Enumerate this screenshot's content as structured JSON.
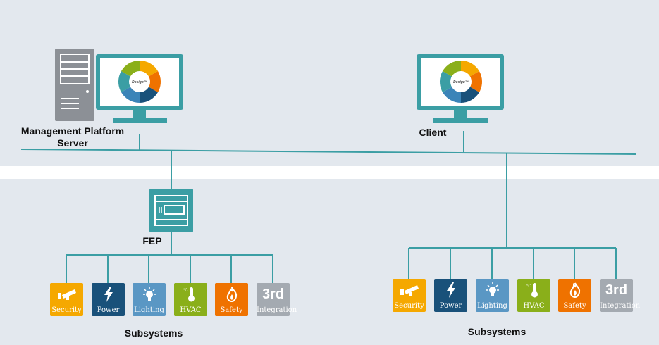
{
  "labels": {
    "server": [
      "Management Platform",
      "Server"
    ],
    "client": "Client",
    "fep": "FEP",
    "subsystems_left": "Subsystems",
    "subsystems_right": "Subsystems"
  },
  "screen_logo_text": "Desigo™",
  "subsystems": [
    {
      "label": "Security",
      "color": "#f5a800",
      "icon": "camera-icon"
    },
    {
      "label": "Power",
      "color": "#19517a",
      "icon": "lightning-icon"
    },
    {
      "label": "Lighting",
      "color": "#5a97c4",
      "icon": "lightbulb-icon"
    },
    {
      "label": "HVAC",
      "color": "#8aaf1a",
      "icon": "thermometer-icon"
    },
    {
      "label": "Safety",
      "color": "#ef7200",
      "icon": "flame-icon"
    },
    {
      "label": "Integration",
      "color": "#a4aab1",
      "icon": "third-party-icon",
      "badge": "3rd"
    }
  ],
  "colors": {
    "teal": "#3b9ea4",
    "line": "#3b9ea4",
    "server_gray": "#8c9096",
    "band": "#e3e8ee"
  }
}
